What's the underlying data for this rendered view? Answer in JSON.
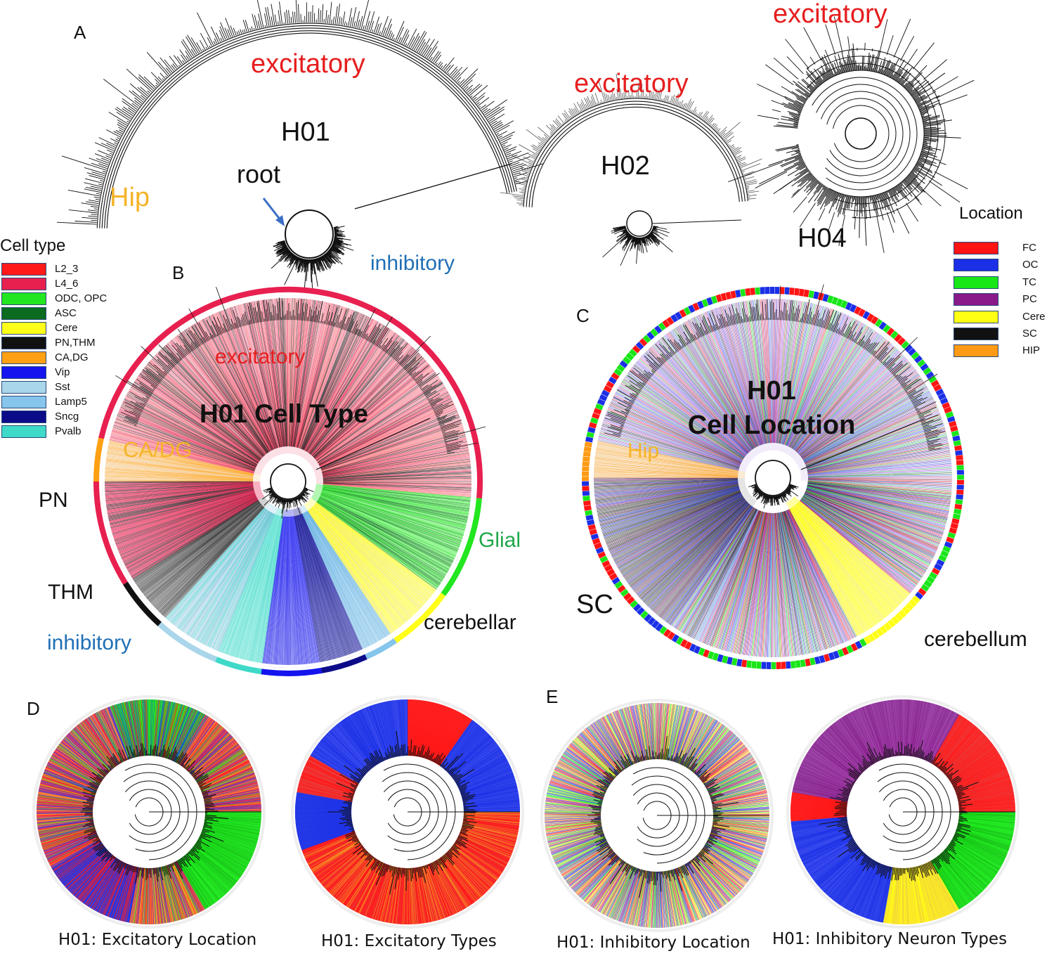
{
  "panels": {
    "A": {
      "letter": "A",
      "h01": "H01",
      "h02": "H02",
      "h04": "H04",
      "excitatory_h01": "excitatory",
      "excitatory_h02": "excitatory",
      "excitatory_h04": "excitatory",
      "hip": "Hip",
      "root": "root",
      "inhibitory": "inhibitory"
    },
    "B": {
      "letter": "B",
      "title": "H01 Cell Type",
      "excitatory": "excitatory",
      "cadg": "CA/DG",
      "pn": "PN",
      "thm": "THM",
      "inhibitory": "inhibitory",
      "glial": "Glial",
      "cerebellar": "cerebellar"
    },
    "C": {
      "letter": "C",
      "title_line1": "H01",
      "title_line2": "Cell Location",
      "hip": "Hip",
      "sc": "SC",
      "cerebellum": "cerebellum"
    },
    "D": {
      "letter": "D",
      "caption1": "H01: Excitatory Location",
      "caption2": "H01: Excitatory Types"
    },
    "E": {
      "letter": "E",
      "caption1": "H01: Inhibitory Location",
      "caption2": "H01: Inhibitory Neuron Types"
    }
  },
  "legend_cell_type": {
    "title": "Cell type",
    "items": [
      {
        "label": "L2_3",
        "color": "#ff1a1a"
      },
      {
        "label": "L4_6",
        "color": "#e8204f"
      },
      {
        "label": "ODC, OPC",
        "color": "#22e61f"
      },
      {
        "label": "ASC",
        "color": "#0b6b1e"
      },
      {
        "label": "Cere",
        "color": "#ffff1a"
      },
      {
        "label": "PN,THM",
        "color": "#111111"
      },
      {
        "label": "CA,DG",
        "color": "#ff9f12"
      },
      {
        "label": "Vip",
        "color": "#1414ee"
      },
      {
        "label": "Sst",
        "color": "#a9d6ea"
      },
      {
        "label": "Lamp5",
        "color": "#86c5ec"
      },
      {
        "label": "Sncg",
        "color": "#0b0b8a"
      },
      {
        "label": "Pvalb",
        "color": "#3fd9c9"
      }
    ]
  },
  "legend_location": {
    "title": "Location",
    "items": [
      {
        "label": "FC",
        "color": "#ff1414"
      },
      {
        "label": "OC",
        "color": "#1a2fe6"
      },
      {
        "label": "TC",
        "color": "#19e619"
      },
      {
        "label": "PC",
        "color": "#8a1a8a"
      },
      {
        "label": "Cere",
        "color": "#ffff14"
      },
      {
        "label": "SC",
        "color": "#111111"
      },
      {
        "label": "HIP",
        "color": "#ff9a14"
      }
    ]
  },
  "colors": {
    "excitatory": "#e61e1e",
    "inhibitory": "#1f6fb5",
    "hip": "#f5b428",
    "glial": "#1fa84a",
    "arrow": "#3b6fc4"
  }
}
